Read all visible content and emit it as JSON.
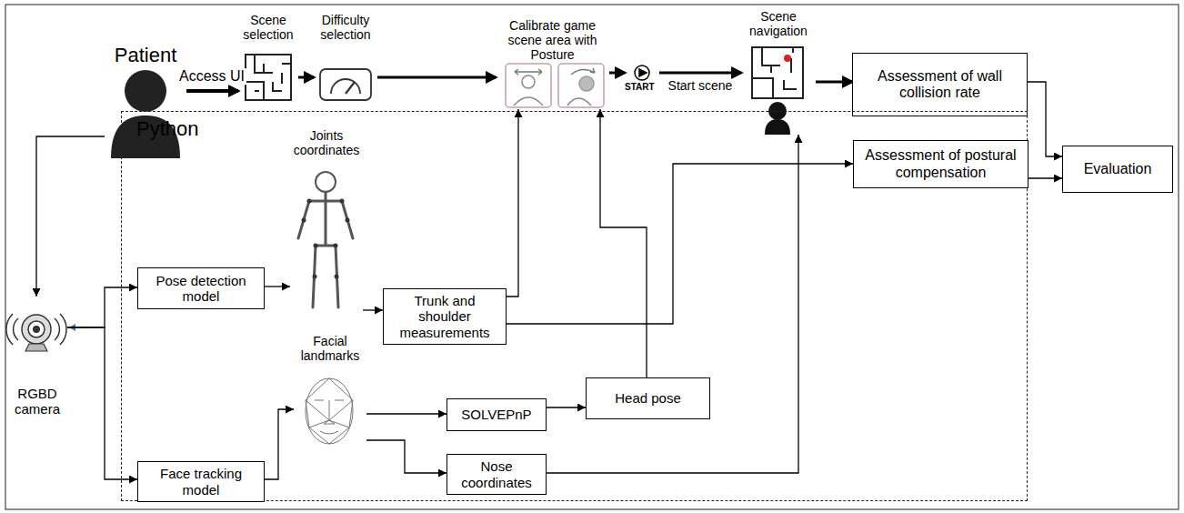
{
  "diagram": {
    "nodes": [
      {
        "text": [
          "Patient"
        ]
      },
      {
        "text": [
          "Scene selection"
        ]
      },
      {
        "text": [
          "Difficulty selection"
        ]
      },
      {
        "text": [
          "Calibrate game scene area with Posture"
        ]
      },
      {
        "text": [
          "START"
        ]
      },
      {
        "text": [
          "Scene navigation"
        ]
      },
      {
        "text": [
          "Assessment of wall collision rate"
        ]
      },
      {
        "text": [
          "Evaluation"
        ]
      },
      {
        "text": [
          "Python"
        ]
      },
      {
        "text": [
          "Pose detection model"
        ],
        "in": 8
      },
      {
        "text": [
          "Joints coordinates"
        ],
        "in": 8
      },
      {
        "text": [
          "Trunk and shoulder measurements"
        ],
        "in": 8
      },
      {
        "text": [
          "Assessment of postural compensation"
        ],
        "in": 8
      },
      {
        "text": [
          "Face tracking model"
        ],
        "in": 8
      },
      {
        "text": [
          "Facial landmarks"
        ],
        "in": 8
      },
      {
        "text": [
          "SOLVEPnP"
        ],
        "in": 8
      },
      {
        "text": [
          "Head pose"
        ],
        "in": 8
      },
      {
        "text": [
          "Nose coordinates"
        ],
        "in": 8
      },
      {
        "text": [
          "RGBD camera"
        ]
      }
    ],
    "edges": [
      {
        "from": 0,
        "to": 1,
        "label": "Access UI",
        "arrow": "to"
      },
      {
        "from": 1,
        "to": 2,
        "arrow": "to"
      },
      {
        "from": 2,
        "to": 3,
        "arrow": "to"
      },
      {
        "from": 3,
        "to": 4,
        "arrow": "to"
      },
      {
        "from": 4,
        "to": 5,
        "label": "Start scene",
        "arrow": "to"
      },
      {
        "from": 5,
        "to": 6,
        "arrow": "to"
      },
      {
        "from": 6,
        "to": 7,
        "arrow": "to"
      },
      {
        "from": 12,
        "to": 7,
        "arrow": "to"
      },
      {
        "from": 0,
        "to": 18,
        "arrow": "to"
      },
      {
        "from": 18,
        "to": 9,
        "arrow": "to"
      },
      {
        "from": 18,
        "to": 13,
        "arrow": "to"
      },
      {
        "from": 9,
        "to": 10,
        "arrow": "to"
      },
      {
        "from": 10,
        "to": 11,
        "arrow": "to"
      },
      {
        "from": 11,
        "to": 3,
        "arrow": "to"
      },
      {
        "from": 11,
        "to": 12,
        "arrow": "to"
      },
      {
        "from": 13,
        "to": 14,
        "arrow": "to"
      },
      {
        "from": 14,
        "to": 15,
        "arrow": "to"
      },
      {
        "from": 15,
        "to": 16,
        "arrow": "to"
      },
      {
        "from": 16,
        "to": 3,
        "arrow": "to"
      },
      {
        "from": 14,
        "to": 17,
        "arrow": "to"
      },
      {
        "from": 17,
        "to": 5,
        "arrow": "to"
      }
    ]
  }
}
